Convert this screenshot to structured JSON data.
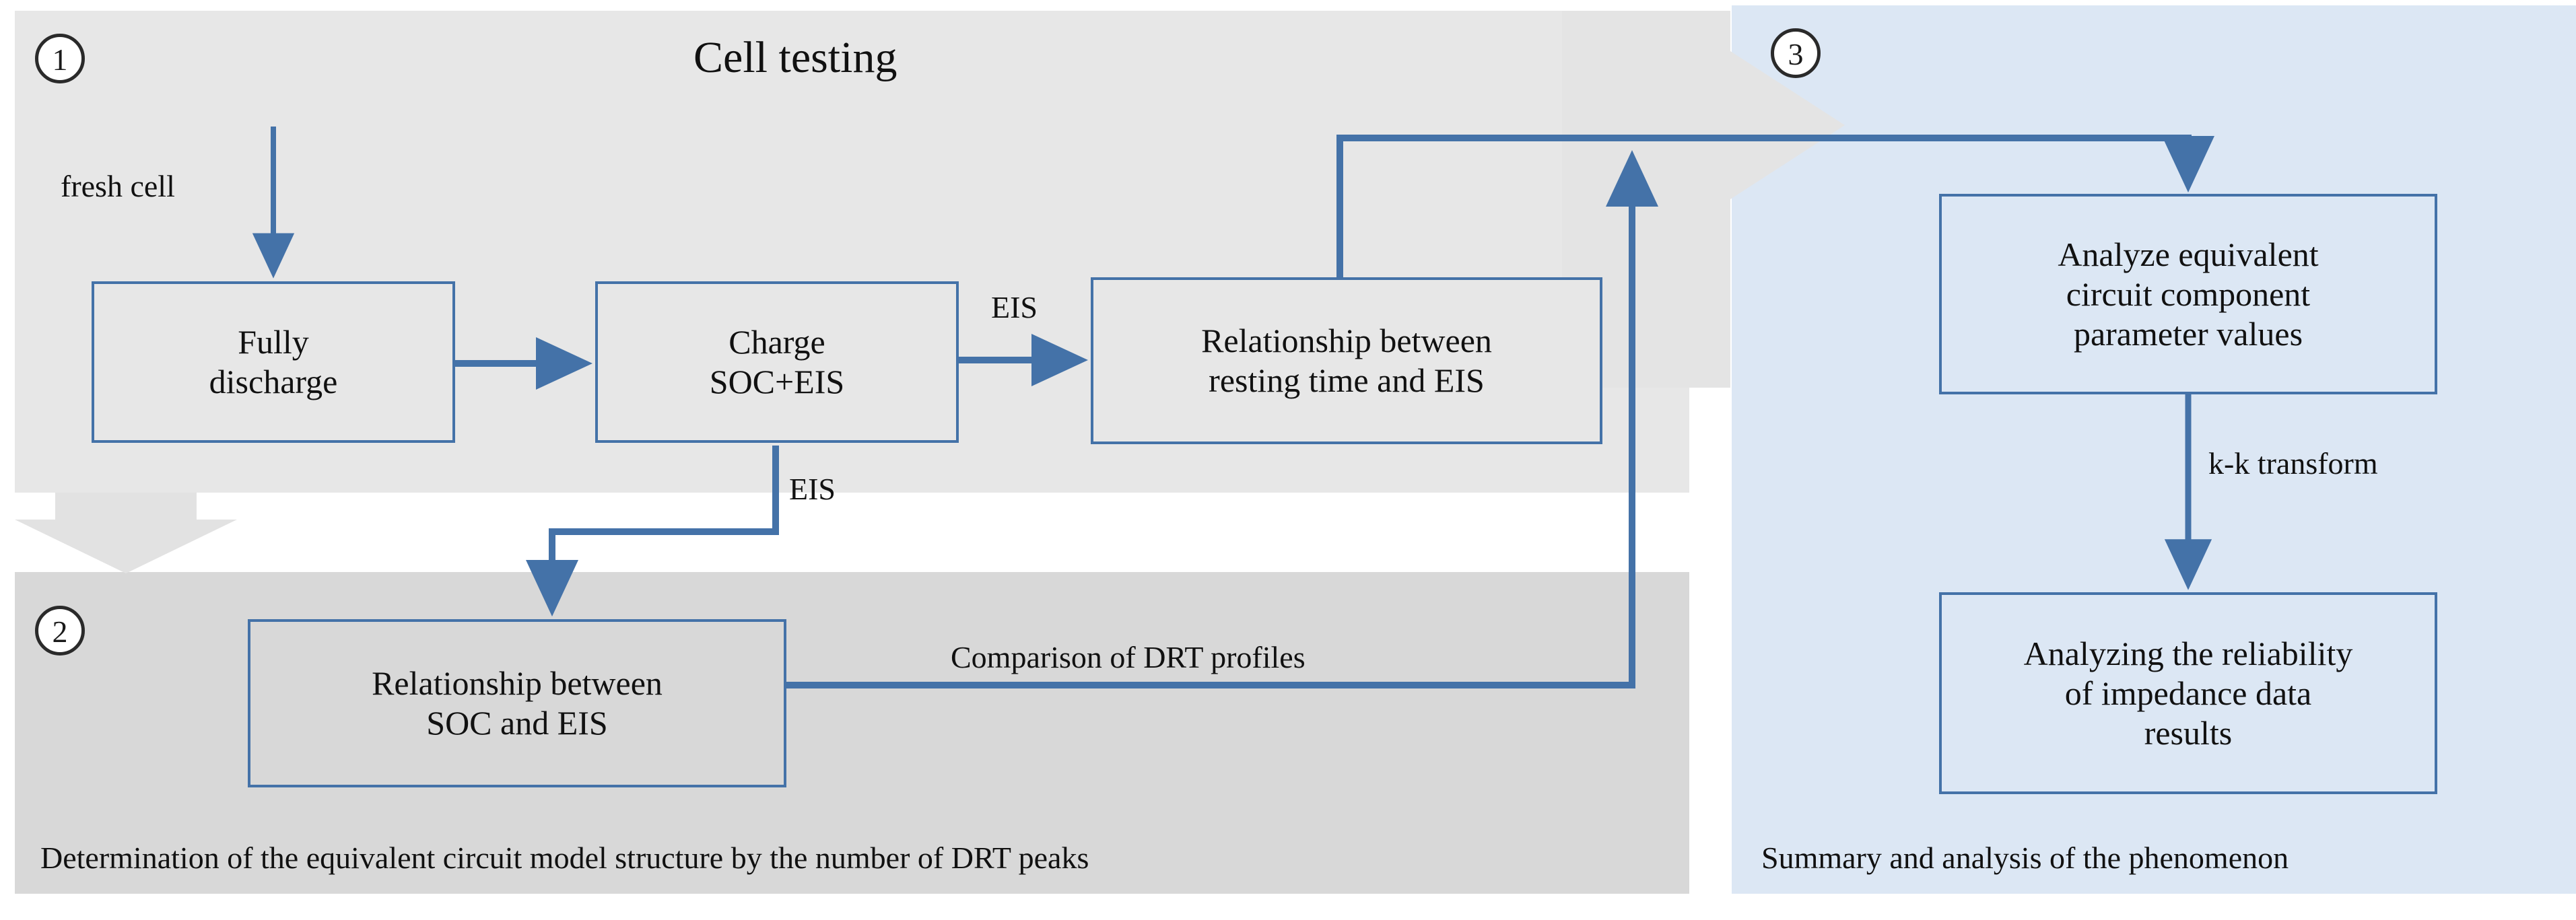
{
  "figure": {
    "title": "Cell testing",
    "steps": [
      {
        "number": "1"
      },
      {
        "number": "2"
      },
      {
        "number": "3"
      }
    ]
  },
  "panels": {
    "cell_testing": {
      "title": "Cell testing",
      "step_number": "1",
      "background": "#e7e7e7"
    },
    "drt_structure": {
      "caption": "Determination of the equivalent circuit model structure by the number of DRT peaks",
      "step_number": "2",
      "background": "#d8d8d8"
    },
    "summary": {
      "caption": "Summary and analysis of the phenomenon",
      "step_number": "3",
      "background": "#dce7f4"
    }
  },
  "nodes": {
    "fully_discharge": "Fully\ndischarge",
    "fully_discharge_line1": "Fully",
    "fully_discharge_line2": "discharge",
    "charge_soc_eis_line1": "Charge",
    "charge_soc_eis_line2": "SOC+EIS",
    "resting_line1": "Relationship between",
    "resting_line2": "resting time and EIS",
    "soc_eis_line1": "Relationship between",
    "soc_eis_line2": "SOC and EIS",
    "analyze_line1": "Analyze equivalent",
    "analyze_line2": "circuit component",
    "analyze_line3": "parameter values",
    "reliability_line1": "Analyzing the reliability",
    "reliability_line2": "of impedance data",
    "reliability_line3": "results"
  },
  "edge_labels": {
    "fresh_cell": "fresh cell",
    "eis_to_resting": "EIS",
    "eis_to_soc": "EIS",
    "drt_comparison": "Comparison of DRT profiles",
    "kk_transform": "k-k transform"
  },
  "colors": {
    "arrow_blue": "#4472a8",
    "node_border": "#4472a8",
    "panel_gray_light": "#e7e7e7",
    "panel_gray_dark": "#d8d8d8",
    "panel_blue": "#dce7f4",
    "text": "#111111"
  }
}
